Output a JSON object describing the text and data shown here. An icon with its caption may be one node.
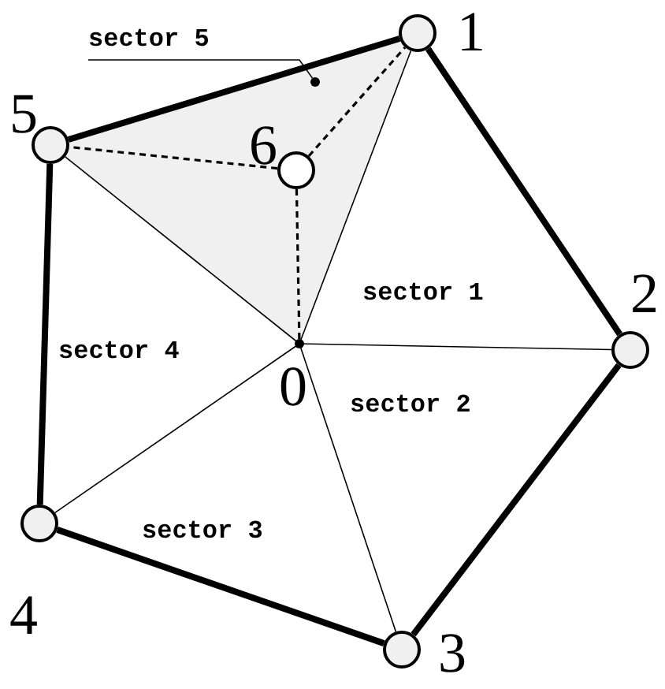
{
  "diagram": {
    "nodes": [
      {
        "text": [],
        "shape": "point",
        "beside": [
          "0"
        ]
      },
      {
        "text": [],
        "shape": "circle",
        "beside": [
          "1"
        ]
      },
      {
        "text": [],
        "shape": "circle",
        "beside": [
          "2"
        ]
      },
      {
        "text": [],
        "shape": "circle",
        "beside": [
          "3"
        ]
      },
      {
        "text": [],
        "shape": "circle",
        "beside": [
          "4"
        ]
      },
      {
        "text": [],
        "shape": "circle",
        "beside": [
          "5"
        ]
      },
      {
        "text": [],
        "shape": "circle",
        "beside": [
          "6"
        ]
      },
      {
        "text": [
          "sector 5"
        ]
      },
      {
        "text": [],
        "shape": "dot"
      }
    ],
    "edges": [
      {
        "from": 1,
        "to": 2,
        "arrow": "none",
        "style": "thick"
      },
      {
        "from": 2,
        "to": 3,
        "arrow": "none",
        "style": "thick"
      },
      {
        "from": 3,
        "to": 4,
        "arrow": "none",
        "style": "thick"
      },
      {
        "from": 4,
        "to": 5,
        "arrow": "none",
        "style": "thick"
      },
      {
        "from": 5,
        "to": 1,
        "arrow": "none",
        "style": "thick"
      },
      {
        "from": 0,
        "to": 1,
        "arrow": "none"
      },
      {
        "from": 0,
        "to": 2,
        "arrow": "none"
      },
      {
        "from": 0,
        "to": 3,
        "arrow": "none"
      },
      {
        "from": 0,
        "to": 4,
        "arrow": "none"
      },
      {
        "from": 0,
        "to": 5,
        "arrow": "none"
      },
      {
        "from": 6,
        "to": 1,
        "arrow": "none",
        "style": "dashed"
      },
      {
        "from": 6,
        "to": 5,
        "arrow": "none",
        "style": "dashed"
      },
      {
        "from": 6,
        "to": 0,
        "arrow": "none",
        "style": "dashed"
      },
      {
        "from": 7,
        "to": 8,
        "arrow": "none"
      }
    ],
    "labels": [
      "sector 1",
      "sector 4",
      "sector 2",
      "sector 3"
    ]
  }
}
